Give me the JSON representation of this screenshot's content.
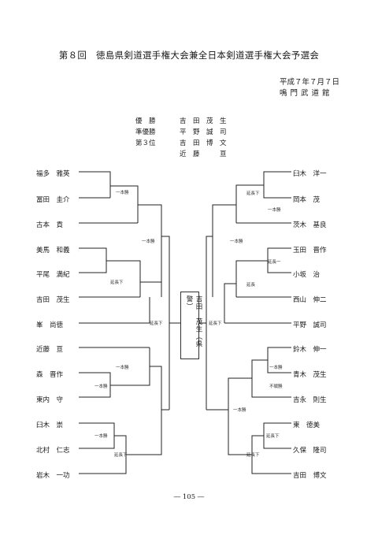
{
  "title": "第８回　徳島県剣道選手権大会兼全日本剣道選手権大会予選会",
  "date": "平成７年７月７日",
  "venue": "鳴門武道館",
  "results": [
    {
      "label": "優　勝",
      "name": "吉　田　茂　生"
    },
    {
      "label": "準優勝",
      "name": "平　野　誠　司"
    },
    {
      "label": "第３位",
      "name": "吉　田　博　文"
    },
    {
      "label": "",
      "name": "近　藤　　　亘"
    }
  ],
  "left_players": [
    "福多　雅英",
    "冨田　圭介",
    "古本　貢",
    "美馬　和義",
    "平尾　満紀",
    "吉田　茂生",
    "峯　尚徳",
    "近藤　亘",
    "森　晋作",
    "東内　守",
    "臼木　崇",
    "北村　仁志",
    "岩木　一功"
  ],
  "right_players": [
    "臼木　洋一",
    "岡本　茂",
    "茨木　基良",
    "玉田　晋作",
    "小坂　治",
    "西山　伸二",
    "平野　誠司",
    "鈴木　伸一",
    "青木　茂生",
    "吉永　則生",
    "東　徳美",
    "久保　隆司",
    "吉田　博文"
  ],
  "champion": "吉田　茂生（県警）",
  "notes": {
    "ippon": "一本勝",
    "encho": "延長下",
    "fusen": "不戦勝",
    "enchoichi": "延長一",
    "encho2": "延長"
  },
  "page_number": "― 105 ―"
}
